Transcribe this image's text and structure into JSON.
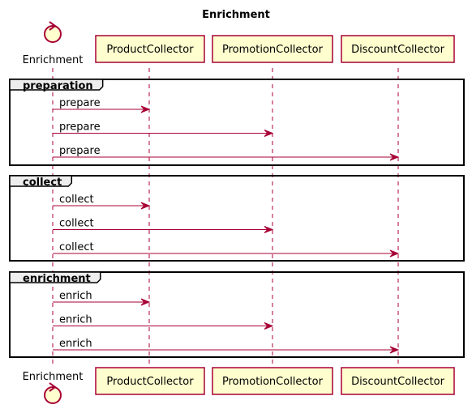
{
  "diagram": {
    "title": "Enrichment",
    "participants": [
      {
        "id": "enrichment",
        "label": "Enrichment",
        "kind": "control"
      },
      {
        "id": "product",
        "label": "ProductCollector",
        "kind": "participant"
      },
      {
        "id": "promotion",
        "label": "PromotionCollector",
        "kind": "participant"
      },
      {
        "id": "discount",
        "label": "DiscountCollector",
        "kind": "participant"
      }
    ],
    "groups": [
      {
        "label": "preparation",
        "messages": [
          {
            "from": "enrichment",
            "to": "product",
            "label": "prepare"
          },
          {
            "from": "enrichment",
            "to": "promotion",
            "label": "prepare"
          },
          {
            "from": "enrichment",
            "to": "discount",
            "label": "prepare"
          }
        ]
      },
      {
        "label": "collect",
        "messages": [
          {
            "from": "enrichment",
            "to": "product",
            "label": "collect"
          },
          {
            "from": "enrichment",
            "to": "promotion",
            "label": "collect"
          },
          {
            "from": "enrichment",
            "to": "discount",
            "label": "collect"
          }
        ]
      },
      {
        "label": "enrichment",
        "messages": [
          {
            "from": "enrichment",
            "to": "product",
            "label": "enrich"
          },
          {
            "from": "enrichment",
            "to": "promotion",
            "label": "enrich"
          },
          {
            "from": "enrichment",
            "to": "discount",
            "label": "enrich"
          }
        ]
      }
    ],
    "colors": {
      "participant_fill": "#FEFECE",
      "participant_border": "#A80036",
      "arrow": "#A80036",
      "group_tab_fill": "#EEEEEE"
    }
  }
}
